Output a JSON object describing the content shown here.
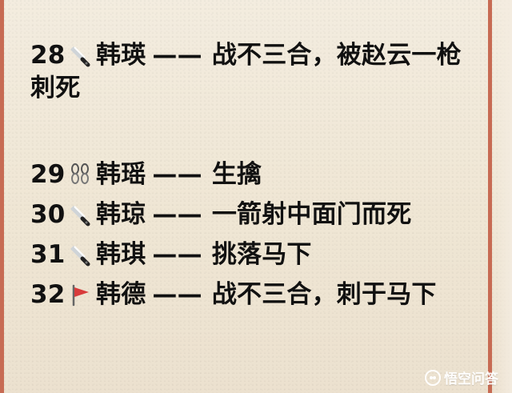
{
  "entries": [
    {
      "number": "28",
      "icon": "knife-icon",
      "name": "韩瑛",
      "dash": "——",
      "detail": "战不三合，被赵云一枪",
      "continuation": "刺死"
    },
    {
      "number": "29",
      "icon": "chain-icon",
      "name": "韩瑶",
      "dash": "——",
      "detail": "生擒",
      "continuation": ""
    },
    {
      "number": "30",
      "icon": "knife-icon",
      "name": "韩琼",
      "dash": "——",
      "detail": "一箭射中面门而死",
      "continuation": ""
    },
    {
      "number": "31",
      "icon": "knife-icon",
      "name": "韩琪",
      "dash": "——",
      "detail": "挑落马下",
      "continuation": ""
    },
    {
      "number": "32",
      "icon": "red-flag-icon",
      "name": "韩德",
      "dash": "——",
      "detail": "战不三合，刺于马下",
      "continuation": ""
    }
  ],
  "watermark": {
    "text": "悟空问答"
  },
  "colors": {
    "frame": "#c76b53",
    "text": "#111111",
    "background": "#efe6d4",
    "flag": "#d83b3b"
  }
}
